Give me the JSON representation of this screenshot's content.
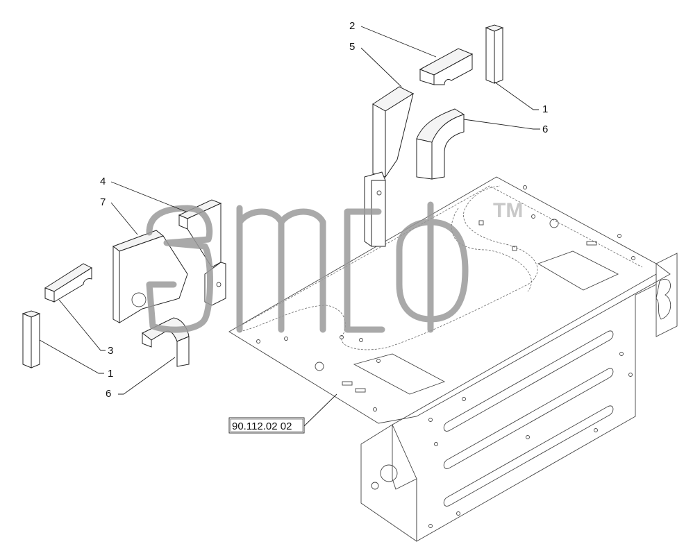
{
  "diagram": {
    "callouts": [
      {
        "id": "c2a",
        "label": "2"
      },
      {
        "id": "c5",
        "label": "5"
      },
      {
        "id": "c1a",
        "label": "1"
      },
      {
        "id": "c6a",
        "label": "6"
      },
      {
        "id": "c4",
        "label": "4"
      },
      {
        "id": "c7",
        "label": "7"
      },
      {
        "id": "c3",
        "label": "3"
      },
      {
        "id": "c1b",
        "label": "1"
      },
      {
        "id": "c6b",
        "label": "6"
      }
    ],
    "reference": "90.112.02 02",
    "watermark_mark": "TM"
  },
  "colors": {
    "line": "#222222",
    "watermark": "#9a9a9a",
    "background": "#ffffff"
  }
}
